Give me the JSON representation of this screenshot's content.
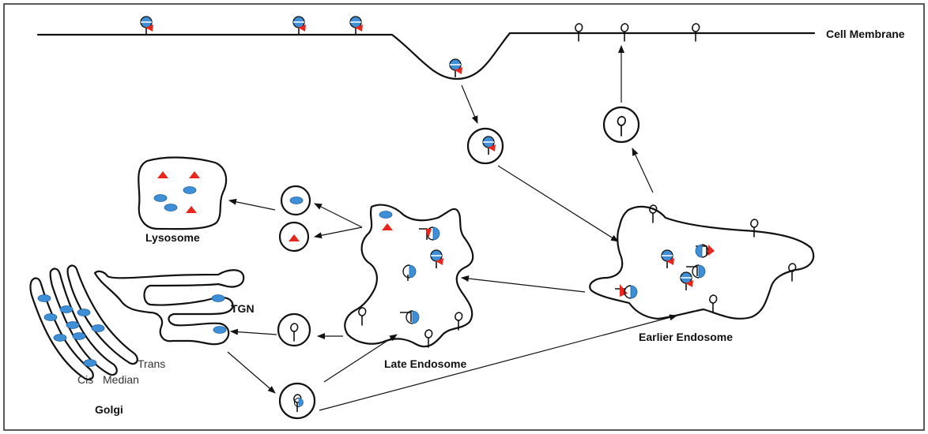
{
  "labels": {
    "cell_membrane": "Cell Membrane",
    "lysosome": "Lysosome",
    "tgn": "TGN",
    "late_endosome": "Late Endosome",
    "earlier_endosome": "Earlier Endosome",
    "golgi": "Golgi",
    "cis": "Cis",
    "median": "Median",
    "trans": "Trans"
  },
  "colors": {
    "outline": "#111111",
    "ligand_blue": "#3f8fd6",
    "ligand_blue_edge": "#1f5f9e",
    "ligand_red": "#e8271c",
    "frame": "#222222"
  },
  "icons": {
    "receptor": "receptor-hook-icon",
    "ligand_blue": "blue-ligand-icon",
    "ligand_red": "red-ligand-icon"
  }
}
